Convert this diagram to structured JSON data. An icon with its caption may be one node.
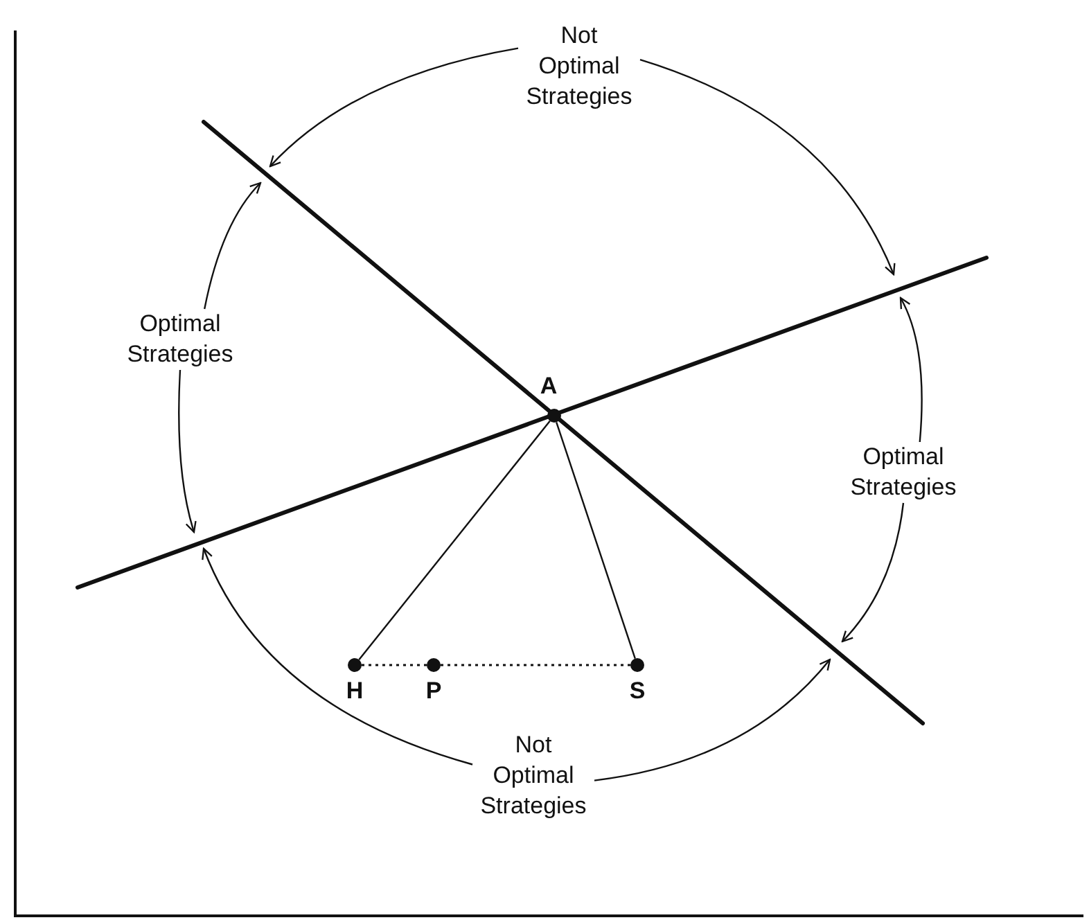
{
  "diagram": {
    "nodes": [
      {
        "text": [
          "Not Optimal Strategies"
        ]
      },
      {
        "text": [
          "Optimal Strategies"
        ]
      },
      {
        "text": [
          "Optimal Strategies"
        ]
      },
      {
        "text": [
          "Not Optimal Strategies"
        ]
      },
      {
        "text": [
          "A"
        ]
      },
      {
        "text": [
          "H"
        ]
      },
      {
        "text": [
          "P"
        ]
      },
      {
        "text": [
          "S"
        ]
      }
    ],
    "edges": [
      {
        "from": 0,
        "to": null,
        "arrow": "to"
      },
      {
        "from": 0,
        "to": null,
        "arrow": "to"
      },
      {
        "from": 1,
        "to": null,
        "arrow": "to"
      },
      {
        "from": 1,
        "to": null,
        "arrow": "to"
      },
      {
        "from": 2,
        "to": null,
        "arrow": "to"
      },
      {
        "from": 2,
        "to": null,
        "arrow": "to"
      },
      {
        "from": 3,
        "to": null,
        "arrow": "to"
      },
      {
        "from": 3,
        "to": null,
        "arrow": "to"
      },
      {
        "from": 4,
        "to": 5,
        "arrow": "none"
      },
      {
        "from": 4,
        "to": 7,
        "arrow": "none"
      },
      {
        "from": 5,
        "to": 6,
        "arrow": "none",
        "style": "dashed"
      },
      {
        "from": 6,
        "to": 7,
        "arrow": "none",
        "style": "dashed"
      }
    ]
  }
}
